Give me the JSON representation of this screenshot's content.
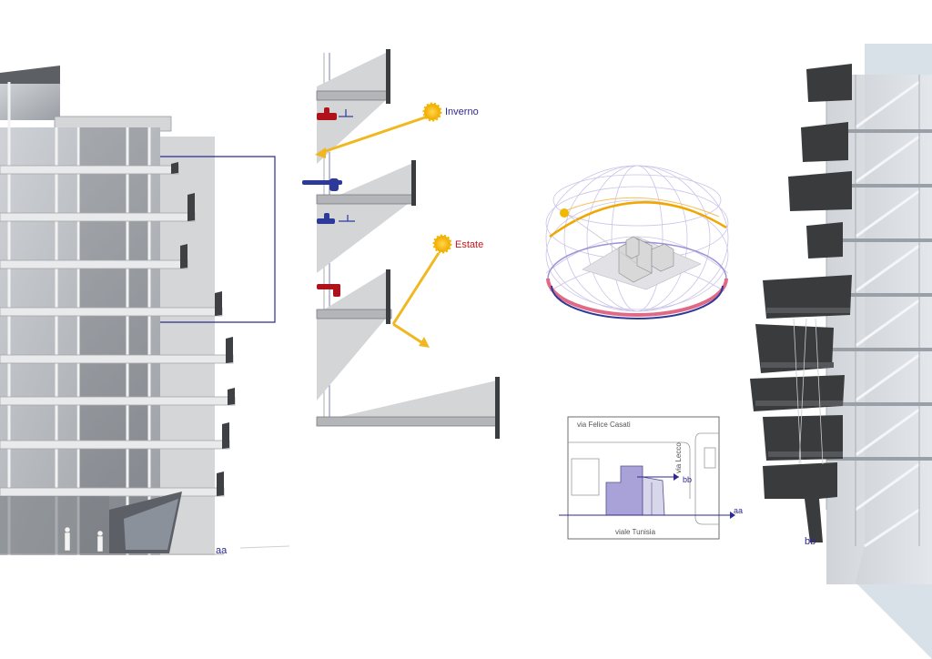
{
  "labels": {
    "winter": "Inverno",
    "summer": "Estate",
    "section_aa": "aa",
    "section_bb": "bb"
  },
  "site_plan": {
    "street_north": "via Felice Casati",
    "street_east": "via Lecco",
    "street_south": "viale Tunisia",
    "marker_aa": "aa",
    "marker_bb": "bb"
  },
  "colors": {
    "section_line": "#2e2a8c",
    "sun": "#f2b800",
    "winter_label": "#2e2a8c",
    "summer_label": "#c4161c",
    "winter_vent": "#2e3a9a",
    "summer_vent": "#b0121c",
    "sun_ray": "#f0b820",
    "balcony_dark": "#3a3b3d",
    "building_footprint": "#a9a2d8"
  }
}
